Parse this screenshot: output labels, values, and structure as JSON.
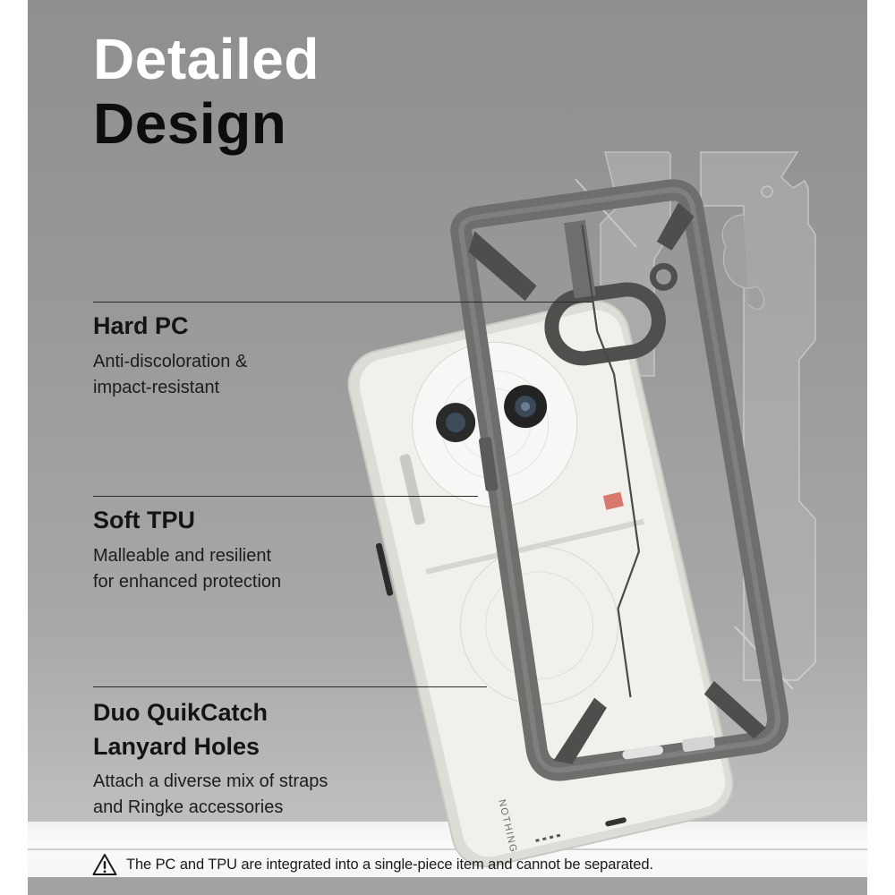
{
  "headline": {
    "line1": "Detailed",
    "line2": "Design"
  },
  "features": [
    {
      "title": "Hard PC",
      "description_lines": [
        "Anti-discoloration &",
        "impact-resistant"
      ]
    },
    {
      "title": "Soft TPU",
      "description_lines": [
        "Malleable and resilient",
        "for enhanced protection"
      ]
    },
    {
      "title_lines": [
        "Duo QuikCatch",
        "Lanyard Holes"
      ],
      "description_lines": [
        "Attach a diverse mix of straps",
        "and Ringke accessories"
      ]
    }
  ],
  "notice": {
    "icon": "warning-triangle-icon",
    "text": "The PC and TPU are integrated into a single-piece item and cannot be separated."
  },
  "product": {
    "phone_brand_text": "NOTHING",
    "case_color": "#6e6e6c",
    "phone_color": "#ecebe6",
    "accent_color": "#d9786c"
  },
  "colors": {
    "background": "#999999",
    "headline_white": "#ffffff",
    "headline_black": "#0d0d0d"
  }
}
